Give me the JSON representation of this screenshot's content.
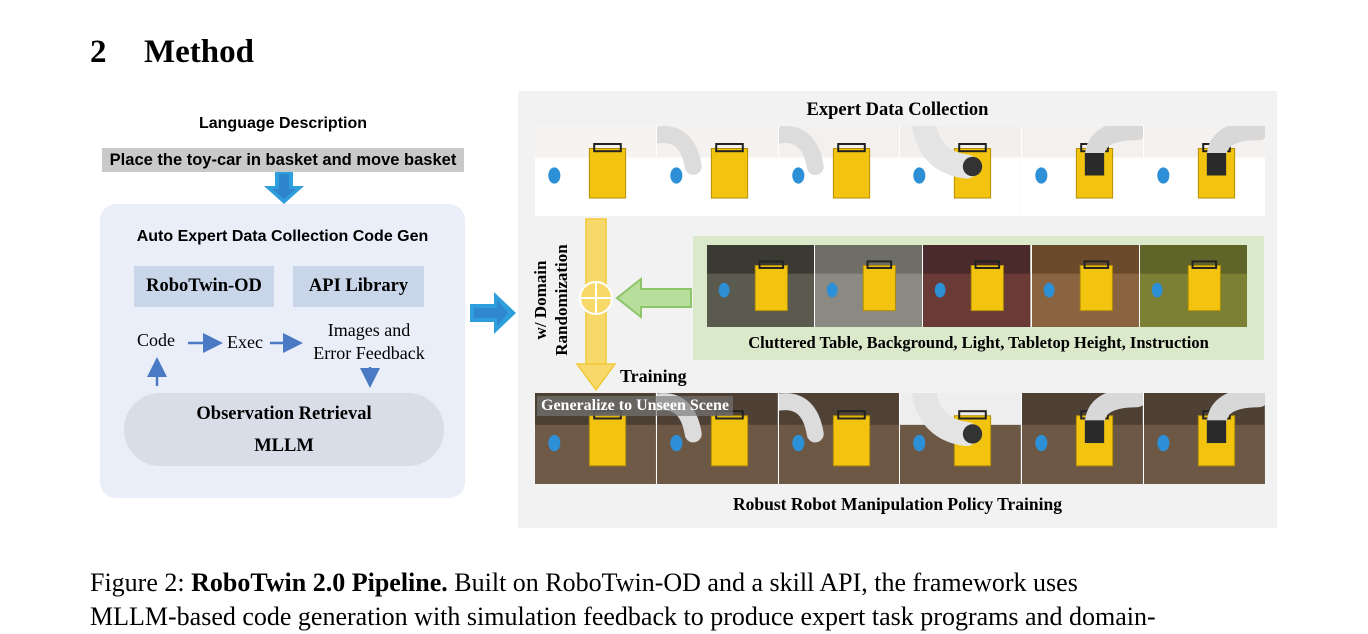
{
  "section": {
    "number": "2",
    "title": "Method"
  },
  "pipeline": {
    "language_description_title": "Language Description",
    "instruction": "Place the toy-car in basket and move basket",
    "codegen_title": "Auto Expert Data Collection Code Gen",
    "robotwin_od": "RoboTwin-OD",
    "api_library": "API Library",
    "code": "Code",
    "exec": "Exec",
    "images_feedback_line1": "Images and",
    "images_feedback_line2": "Error Feedback",
    "observation_retrieval": "Observation Retrieval",
    "mllm": "MLLM"
  },
  "right": {
    "expert_title": "Expert Data Collection",
    "domain_rand_line1": "w/ Domain",
    "domain_rand_line2": "Randomization",
    "clutter_caption": "Cluttered Table, Background, Light, Tabletop Height, Instruction",
    "training": "Training",
    "generalize": "Generalize to Unseen Scene",
    "policy_title": "Robust Robot Manipulation Policy Training"
  },
  "caption": {
    "prefix": "Figure 2: ",
    "bold": "RoboTwin 2.0 Pipeline.",
    "line1_rest": " Built on RoboTwin-OD and a skill API, the framework uses",
    "line2": "MLLM-based code generation with simulation feedback to produce expert task programs and domain-"
  },
  "colors": {
    "panel_left": "#e9eef8",
    "chip": "#c9d6ea",
    "arrow_blue": "#2e9fdc",
    "flow_arrow": "#4a7ac4",
    "yellow_arrow": "#f7d96a",
    "green_arrow": "#9fd27c",
    "basket": "#f2c40f"
  },
  "scene_frames": {
    "top": [
      "white-table-1",
      "white-table-2",
      "white-table-3",
      "white-table-4",
      "white-table-5",
      "white-table-6"
    ],
    "middle": [
      "grid-table",
      "grey-table",
      "dark-red-table",
      "wood-table",
      "olive-table"
    ],
    "bottom": [
      "unseen-1",
      "unseen-2",
      "unseen-3",
      "unseen-4",
      "unseen-5",
      "unseen-6"
    ]
  }
}
